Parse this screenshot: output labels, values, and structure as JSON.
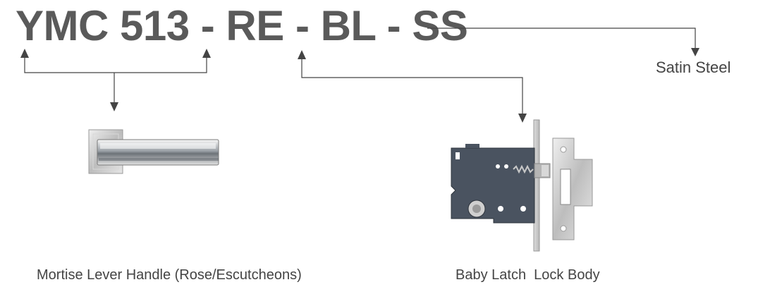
{
  "code": "YMC 513 - RE - BL - SS",
  "labels": {
    "finish": "Satin Steel",
    "handle": "Mortise Lever Handle (Rose/Escutcheons)",
    "lockbody": "Baby Latch  Lock Body"
  },
  "colors": {
    "text": "#5a5a5a",
    "arrow": "#444444",
    "lockbody_plate": "#4a5360",
    "steel": "#c8c8c8"
  }
}
